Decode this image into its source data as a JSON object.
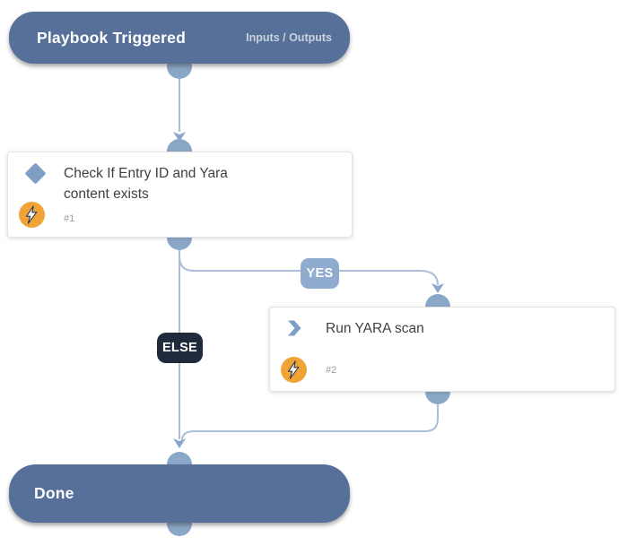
{
  "colors": {
    "terminal_fill": "#56709a",
    "terminal_text": "#ffffff",
    "link_text": "#c9d3e0",
    "line": "#aabfd9",
    "node": "#8ba7c7",
    "yes_badge": "#8fabce",
    "else_badge": "#1f2b3c",
    "badge_text": "#ffffff",
    "icon_blue": "#7f9ec4",
    "bolt_bg": "#f0a436",
    "bolt_glyph": "#ffffff",
    "bolt_stroke": "#2b3950",
    "card_bg": "#ffffff",
    "card_border": "#e3e3e3",
    "card_title": "#3f3f3f",
    "task_number": "#9b9b9b"
  },
  "nodes": {
    "trigger": {
      "title": "Playbook Triggered",
      "inputs_outputs_label": "Inputs / Outputs"
    },
    "condition": {
      "title": "Check If Entry ID and Yara content exists",
      "number": "#1",
      "type_icon": "condition-diamond-icon",
      "badge_icon": "automation-bolt-icon"
    },
    "task": {
      "title": "Run YARA scan",
      "number": "#2",
      "type_icon": "task-chevron-icon",
      "badge_icon": "automation-bolt-icon"
    },
    "done": {
      "title": "Done"
    }
  },
  "edges": {
    "yes_label": "YES",
    "else_label": "ELSE"
  }
}
